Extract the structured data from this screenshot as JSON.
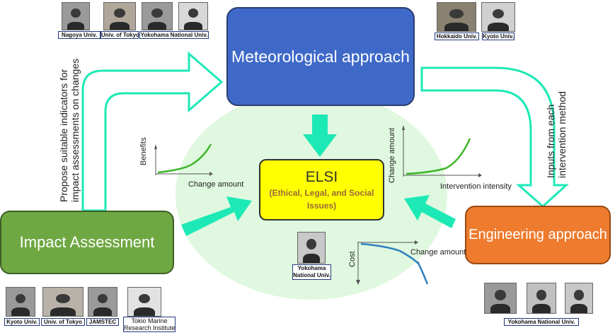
{
  "boxes": {
    "meteorological": "Meteorological approach",
    "impact": "Impact Assessment",
    "engineering": "Engineering approach",
    "elsi_title": "ELSI",
    "elsi_sub1": "(Ethical, Legal, and Social",
    "elsi_sub2": "Issues)"
  },
  "side_labels": {
    "left_line1": "Propose suitable indicators for",
    "left_line2": "impact assessments on changes",
    "right_line1": "Inputs from each",
    "right_line2": "intervention method"
  },
  "graphs": {
    "g1_y": "Benefits",
    "g1_x": "Change amount",
    "g2_y": "Change amount",
    "g2_x": "Intervention intensity",
    "g3_y": "Cost",
    "g3_x": "Change amount"
  },
  "affiliations": {
    "top_left": [
      "Nagoya Univ.",
      "Univ. of Tokyo",
      "Yokohama National Univ."
    ],
    "top_right": [
      "Hokkaido Univ.",
      "Kyoto Univ."
    ],
    "center_line1": "Yokohama",
    "center_line2": "National Univ.",
    "bottom_left": [
      "Kyoto Univ.",
      "Univ. of Tokyo",
      "JAMSTEC"
    ],
    "bottom_left_tokio_line1": "Tokio Marine",
    "bottom_left_tokio_line2": "Research Institute",
    "bottom_right": "Yokohama National Univ."
  },
  "colors": {
    "meteorological": "#3f69c8",
    "impact": "#6fa843",
    "engineering": "#ee7b2e",
    "elsi": "#ffff00",
    "arrow": "#1de9b6",
    "background_ellipse": "#dff8df"
  }
}
